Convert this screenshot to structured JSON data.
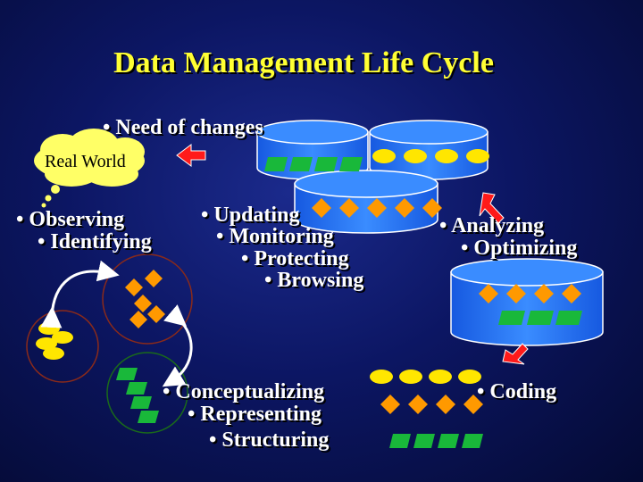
{
  "title": "Data Management Life Cycle",
  "cloud_label": "Real World",
  "labels": {
    "need_changes": "• Need of changes",
    "observing": "• Observing",
    "identifying": "• Identifying",
    "updating": "• Updating",
    "monitoring": "• Monitoring",
    "protecting": "• Protecting",
    "browsing": "• Browsing",
    "analyzing": "• Analyzing",
    "optimizing": "• Optimizing",
    "conceptualizing": "• Conceptualizing",
    "representing": "• Representing",
    "structuring": "• Structuring",
    "coding": "• Coding"
  },
  "colors": {
    "title": "#ffff33",
    "cylinder": "#1f73ff",
    "ellipse_token": "#ffe600",
    "diamond_token": "#ff9900",
    "rect_token": "#19b83a",
    "arrow": "#ff1a1a",
    "cloud": "#ffff66"
  },
  "icons": [
    "cloud-icon",
    "red-arrow-icon",
    "cylinder-icon",
    "curved-double-arrow-icon"
  ]
}
